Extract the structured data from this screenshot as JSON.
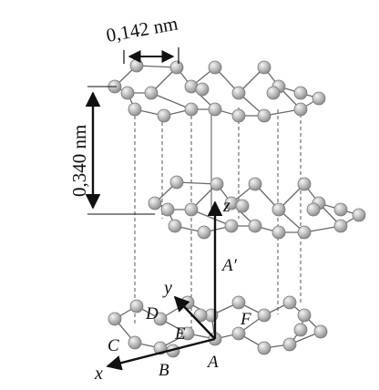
{
  "figure": {
    "bond_length_label": "0,142 nm",
    "interlayer_label": "0,340 nm",
    "axes": {
      "x": "x",
      "y": "y",
      "z": "z"
    },
    "points": {
      "A": "A",
      "A_prime": "A′",
      "B": "B",
      "C": "C",
      "D": "D",
      "E": "E",
      "F": "F"
    }
  },
  "colors": {
    "ink": "#111111",
    "bond": "#6a6a6a",
    "atom_light": "#f4f4f4",
    "atom_dark": "#8c8c8c"
  }
}
